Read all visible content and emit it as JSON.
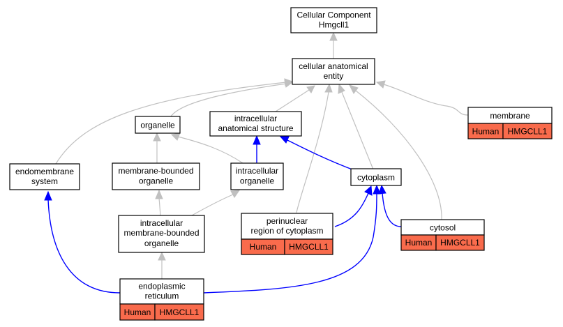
{
  "colors": {
    "tag_fill": "#f96b4c",
    "is_a_edge": "#c0c0c0",
    "part_of_edge": "#0000ff"
  },
  "nodes": {
    "root": {
      "lines": [
        "Cellular Component",
        "Hmgcll1"
      ]
    },
    "cae": {
      "lines": [
        "cellular anatomical",
        "entity"
      ]
    },
    "org": {
      "lines": [
        "organelle"
      ]
    },
    "ias": {
      "lines": [
        "intracellular",
        "anatomical structure"
      ]
    },
    "mem": {
      "lines": [
        "membrane"
      ],
      "tags": [
        "Human",
        "HMGCLL1"
      ]
    },
    "endo": {
      "lines": [
        "endomembrane",
        "system"
      ]
    },
    "mbo": {
      "lines": [
        "membrane-bounded",
        "organelle"
      ]
    },
    "io": {
      "lines": [
        "intracellular",
        "organelle"
      ]
    },
    "cyto": {
      "lines": [
        "cytoplasm"
      ]
    },
    "imbo": {
      "lines": [
        "intracellular",
        "membrane-bounded",
        "organelle"
      ]
    },
    "peri": {
      "lines": [
        "perinuclear",
        "region of cytoplasm"
      ],
      "tags": [
        "Human",
        "HMGCLL1"
      ]
    },
    "cytosol": {
      "lines": [
        "cytosol"
      ],
      "tags": [
        "Human",
        "HMGCLL1"
      ]
    },
    "er": {
      "lines": [
        "endoplasmic",
        "reticulum"
      ],
      "tags": [
        "Human",
        "HMGCLL1"
      ]
    }
  }
}
